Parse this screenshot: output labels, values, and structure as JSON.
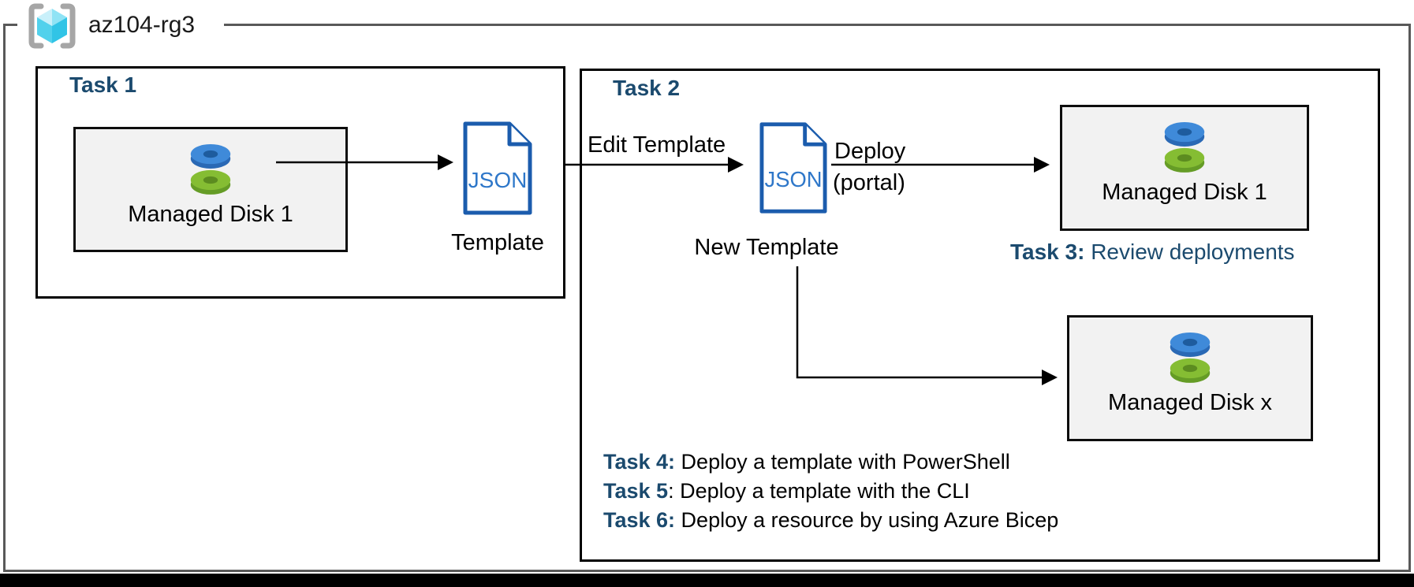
{
  "resource_group": {
    "name": "az104-rg3"
  },
  "task1": {
    "title": "Task 1",
    "disk_label": "Managed Disk 1",
    "json_label": "JSON",
    "template_label": "Template"
  },
  "task2": {
    "title": "Task 2",
    "edit_arrow_label": "Edit Template",
    "json_label": "JSON",
    "new_template_label": "New Template",
    "deploy_label": "Deploy",
    "deploy_sub_label": "(portal)",
    "disk1_label": "Managed Disk 1",
    "diskx_label": "Managed Disk x"
  },
  "task3": {
    "prefix": "Task 3:",
    "text": " Review deployments"
  },
  "tasks": [
    {
      "prefix": "Task 4:",
      "text": " Deploy a template with PowerShell"
    },
    {
      "prefix": "Task 5",
      "text": ": Deploy a template with the CLI"
    },
    {
      "prefix": "Task 6:",
      "text": " Deploy a resource by using Azure Bicep"
    }
  ],
  "icons": {
    "resource_group": "resource-group-icon",
    "managed_disk": "managed-disk-icon",
    "json_file": "json-file-icon"
  },
  "colors": {
    "heading_blue": "#1B4A6E",
    "text_black": "#000000",
    "box_fill": "#F2F2F2",
    "box_border": "#000000",
    "outer_border": "#595959",
    "doc_border_blue": "#1B5CAD",
    "doc_text_blue": "#2E77C9",
    "disk_blue": "#3F8AD9",
    "disk_green": "#85BD33",
    "cube_cyan": "#4FD0EC",
    "bracket_gray": "#A6A6A6"
  }
}
